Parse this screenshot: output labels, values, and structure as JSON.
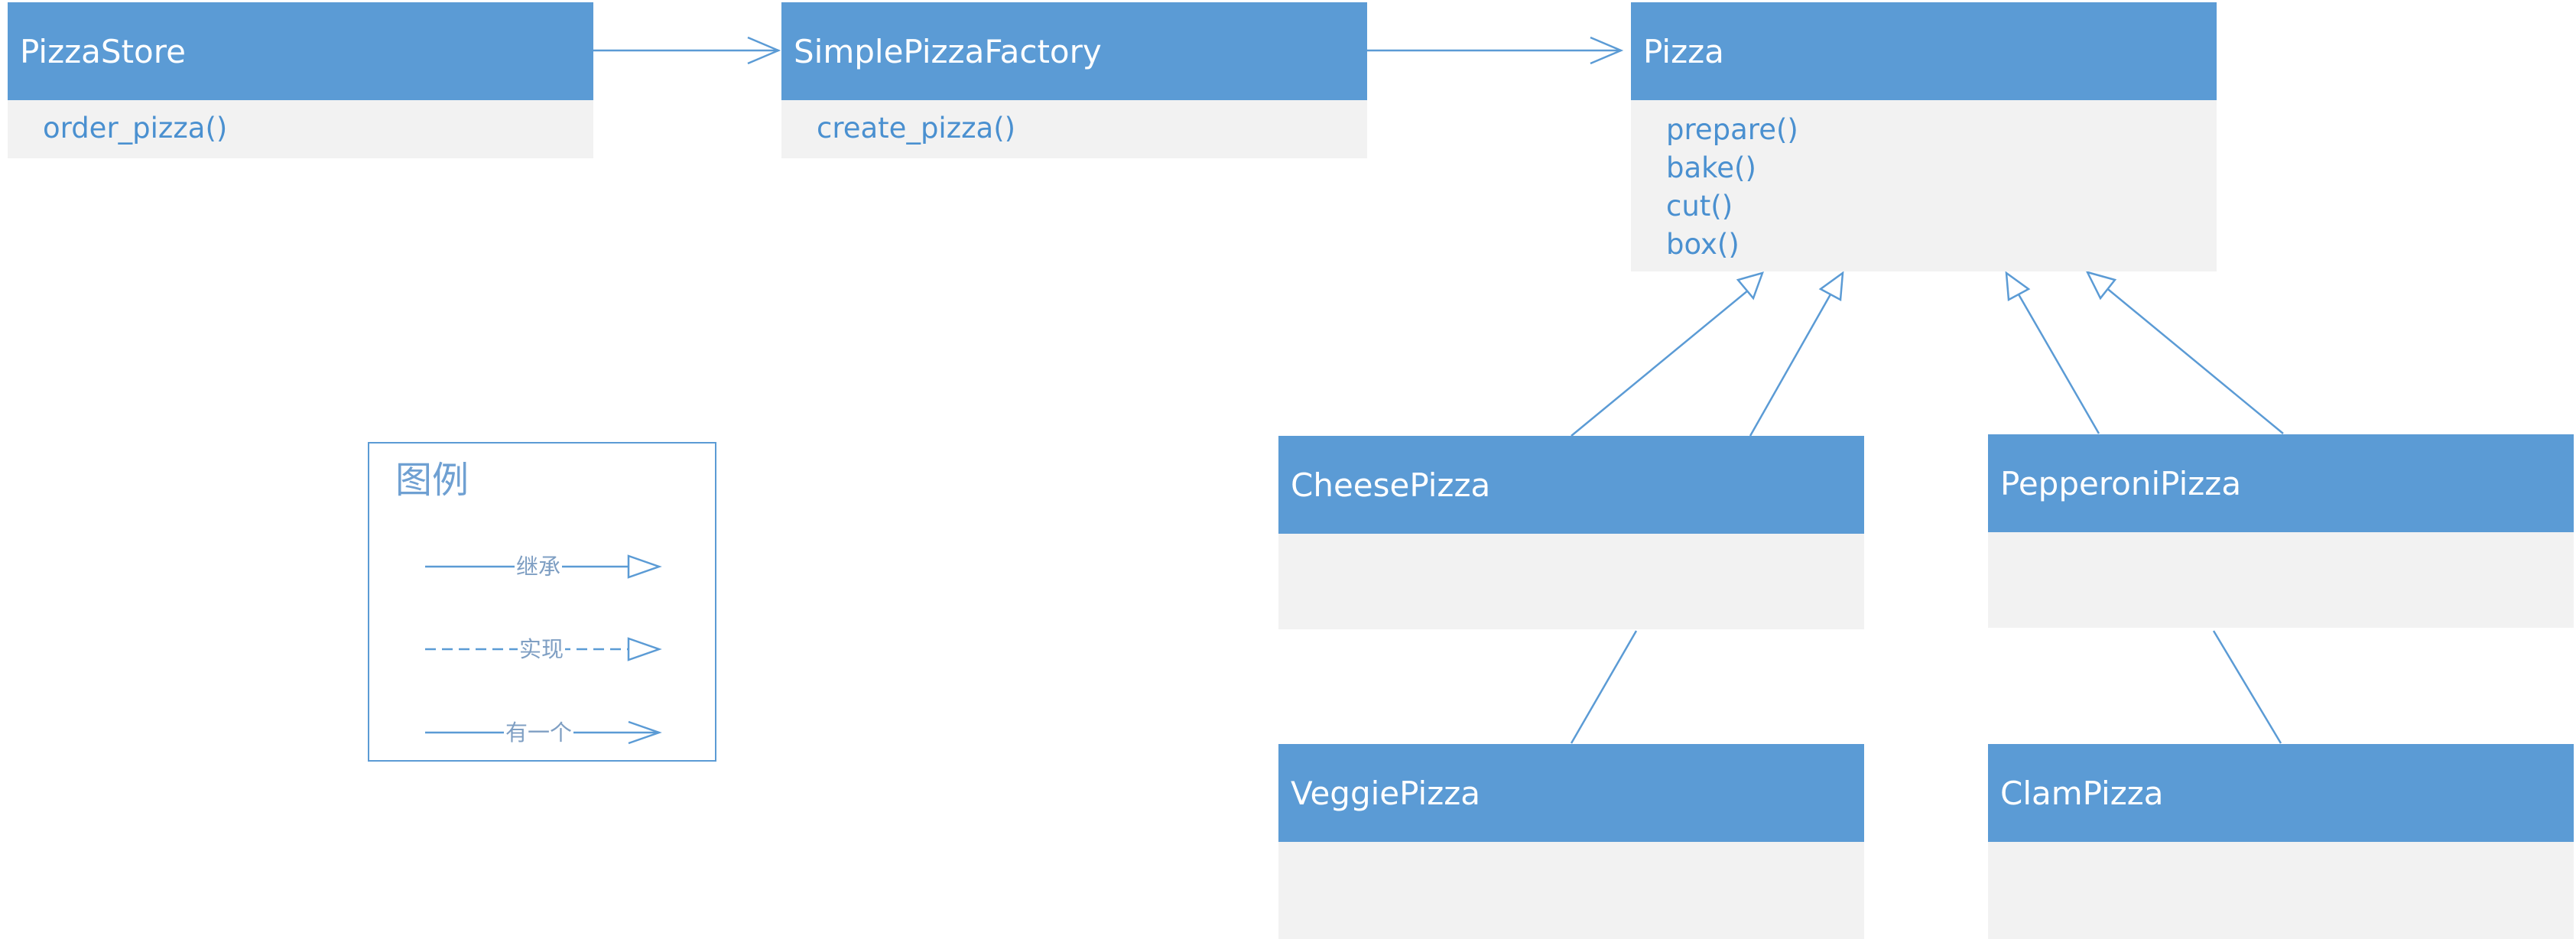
{
  "classes": {
    "pizza_store": {
      "name": "PizzaStore",
      "methods": [
        "order_pizza()"
      ]
    },
    "simple_pizza_factory": {
      "name": "SimplePizzaFactory",
      "methods": [
        "create_pizza()"
      ]
    },
    "pizza": {
      "name": "Pizza",
      "methods": [
        "prepare()",
        "bake()",
        "cut()",
        "box()"
      ]
    },
    "cheese_pizza": {
      "name": "CheesePizza",
      "methods": []
    },
    "pepperoni_pizza": {
      "name": "PepperoniPizza",
      "methods": []
    },
    "veggie_pizza": {
      "name": "VeggiePizza",
      "methods": []
    },
    "clam_pizza": {
      "name": "ClamPizza",
      "methods": []
    }
  },
  "legend": {
    "title": "图例",
    "inheritance": "继承",
    "realization": "实现",
    "has_a": "有一个"
  },
  "colors": {
    "header": "#5b9bd5",
    "body": "#f2f2f2",
    "line": "#5b9bd5",
    "method_text": "#4a90d0"
  }
}
